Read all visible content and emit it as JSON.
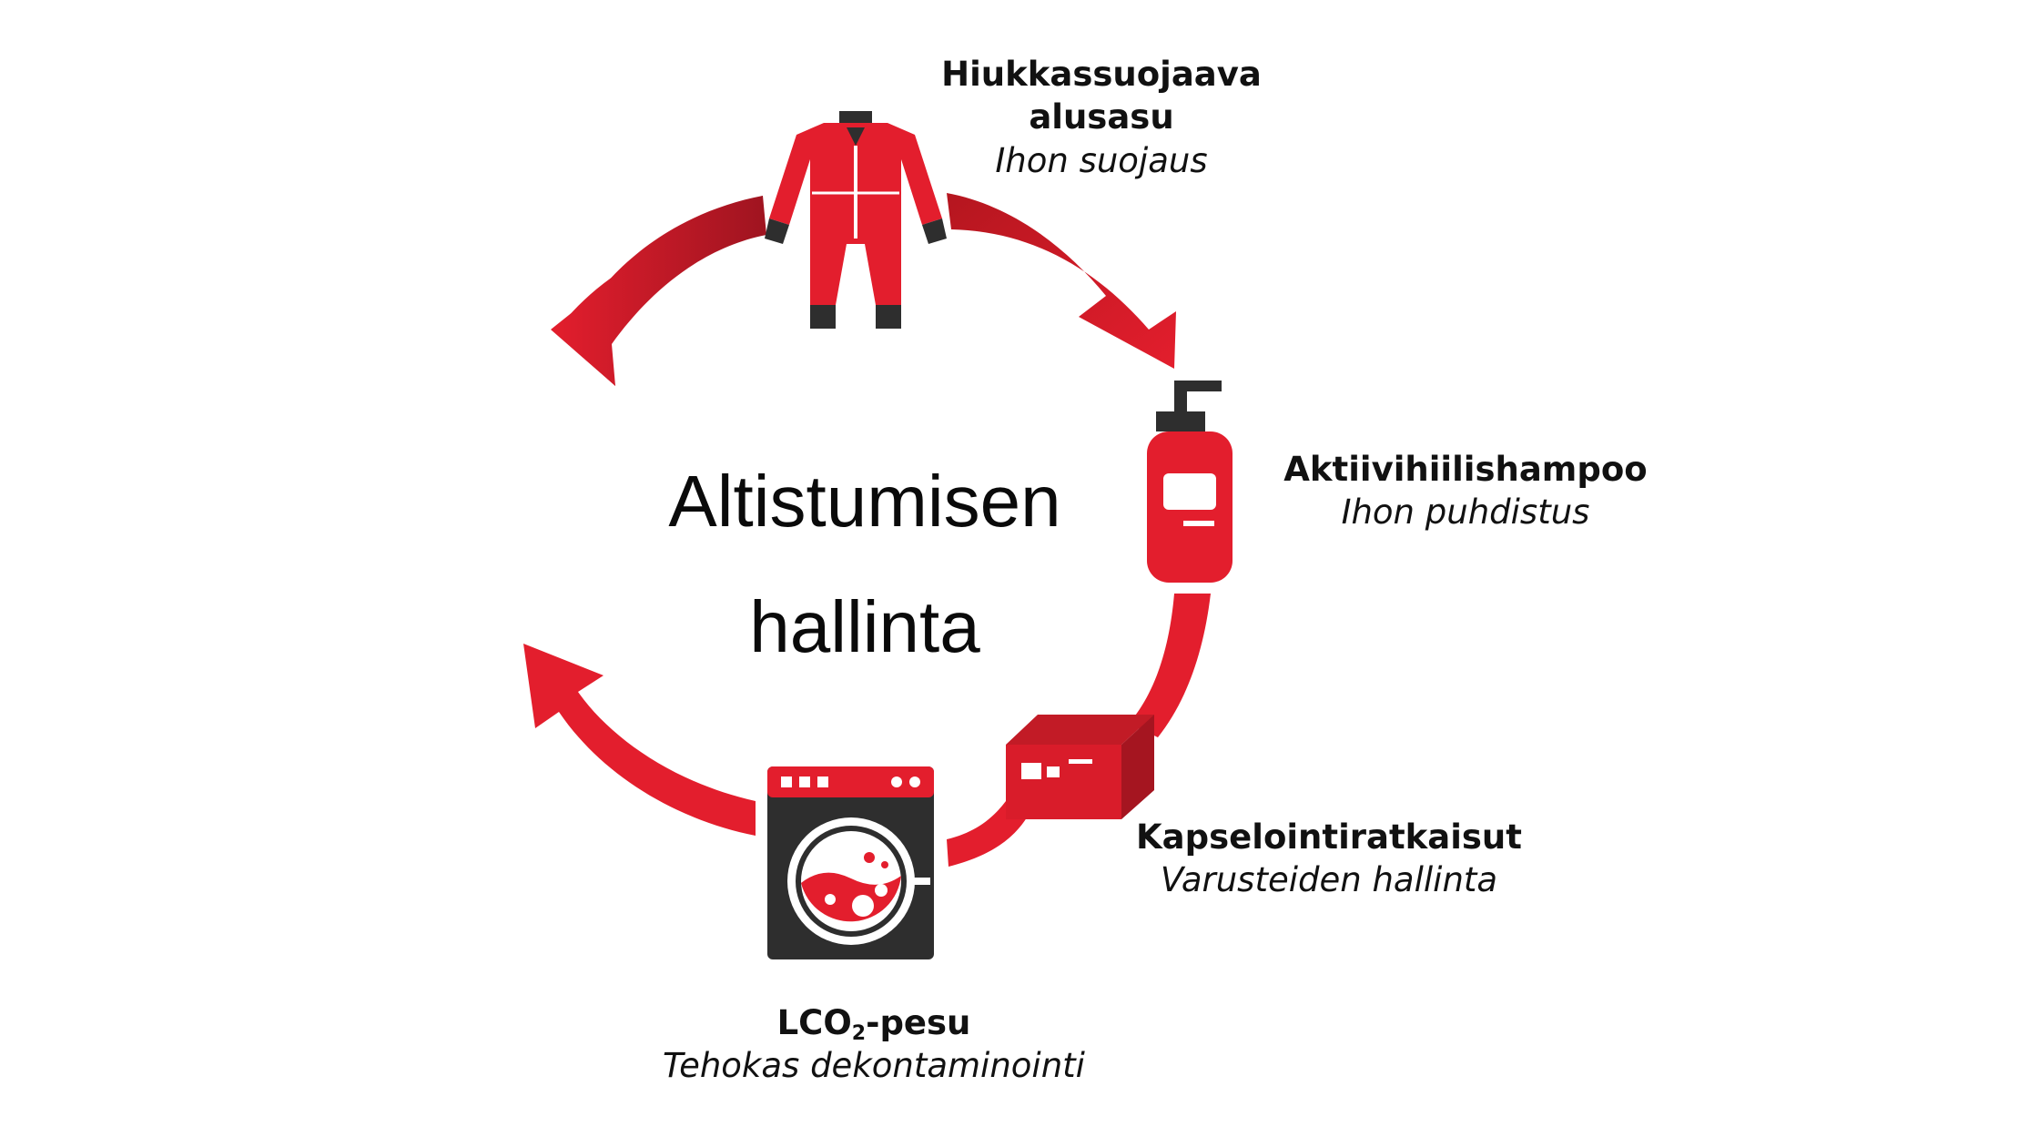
{
  "center": {
    "line1": "Altistumisen",
    "line2": "hallinta"
  },
  "steps": [
    {
      "name": "Hiukkassuojaava alusasu",
      "name_line1": "Hiukkassuojaava",
      "name_line2": "alusasu",
      "desc": "Ihon suojaus",
      "icon": "protective-suit-icon"
    },
    {
      "name": "Aktiivihiilishampoo",
      "desc": "Ihon puhdistus",
      "icon": "shampoo-bottle-icon"
    },
    {
      "name": "Kapselointiratkaisut",
      "desc": "Varusteiden hallinta",
      "icon": "storage-box-icon"
    },
    {
      "name_prefix": "LCO",
      "name_sub": "2",
      "name_suffix": "-pesu",
      "desc": "Tehokas dekontaminointi",
      "icon": "washing-machine-icon"
    }
  ],
  "colors": {
    "accent": "#e31e2d",
    "accent_dark": "#a51520",
    "icon_dark": "#2e2e2e",
    "text": "#111111"
  }
}
